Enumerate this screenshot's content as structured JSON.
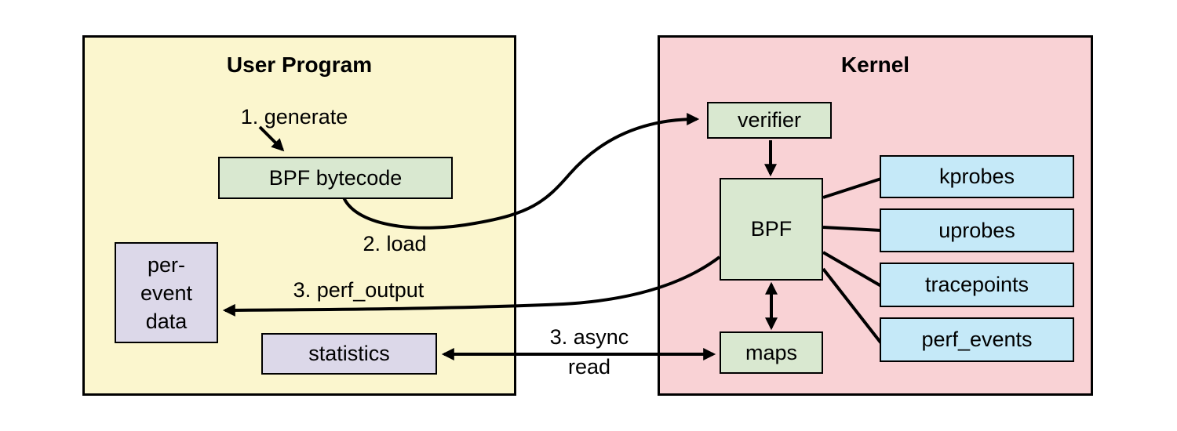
{
  "user_program": {
    "title": "User Program",
    "nodes": {
      "bpf_bytecode": "BPF bytecode",
      "per_event_data_lines": [
        "per-",
        "event",
        "data"
      ],
      "statistics": "statistics"
    },
    "labels": {
      "generate": "1. generate",
      "load": "2. load",
      "perf_output": "3. perf_output"
    }
  },
  "kernel": {
    "title": "Kernel",
    "nodes": {
      "verifier": "verifier",
      "bpf": "BPF",
      "maps": "maps",
      "kprobes": "kprobes",
      "uprobes": "uprobes",
      "tracepoints": "tracepoints",
      "perf_events": "perf_events"
    }
  },
  "gap_labels": {
    "async_line1": "3. async",
    "async_line2": "read"
  },
  "edges": [
    {
      "from": "user-code",
      "to": "bpf-bytecode",
      "label": "1. generate",
      "type": "arrow"
    },
    {
      "from": "bpf-bytecode",
      "to": "verifier",
      "label": "2. load",
      "type": "curved-arrow"
    },
    {
      "from": "verifier",
      "to": "bpf",
      "type": "arrow"
    },
    {
      "from": "bpf",
      "to": "kprobes",
      "type": "line"
    },
    {
      "from": "bpf",
      "to": "uprobes",
      "type": "line"
    },
    {
      "from": "bpf",
      "to": "tracepoints",
      "type": "line"
    },
    {
      "from": "bpf",
      "to": "perf_events",
      "type": "line"
    },
    {
      "from": "bpf",
      "to": "maps",
      "type": "double-arrow"
    },
    {
      "from": "bpf",
      "to": "per_event_data",
      "label": "3. perf_output",
      "type": "curved-arrow"
    },
    {
      "from": "maps",
      "to": "statistics",
      "label": "3. async read",
      "type": "double-arrow"
    }
  ],
  "colors": {
    "user_program_bg": "#fbf6ce",
    "kernel_bg": "#f9d2d5",
    "process_green": "#d9e8d0",
    "event_blue": "#c5e9f8",
    "data_lavender": "#dcd8e9",
    "line_black": "#000000"
  }
}
